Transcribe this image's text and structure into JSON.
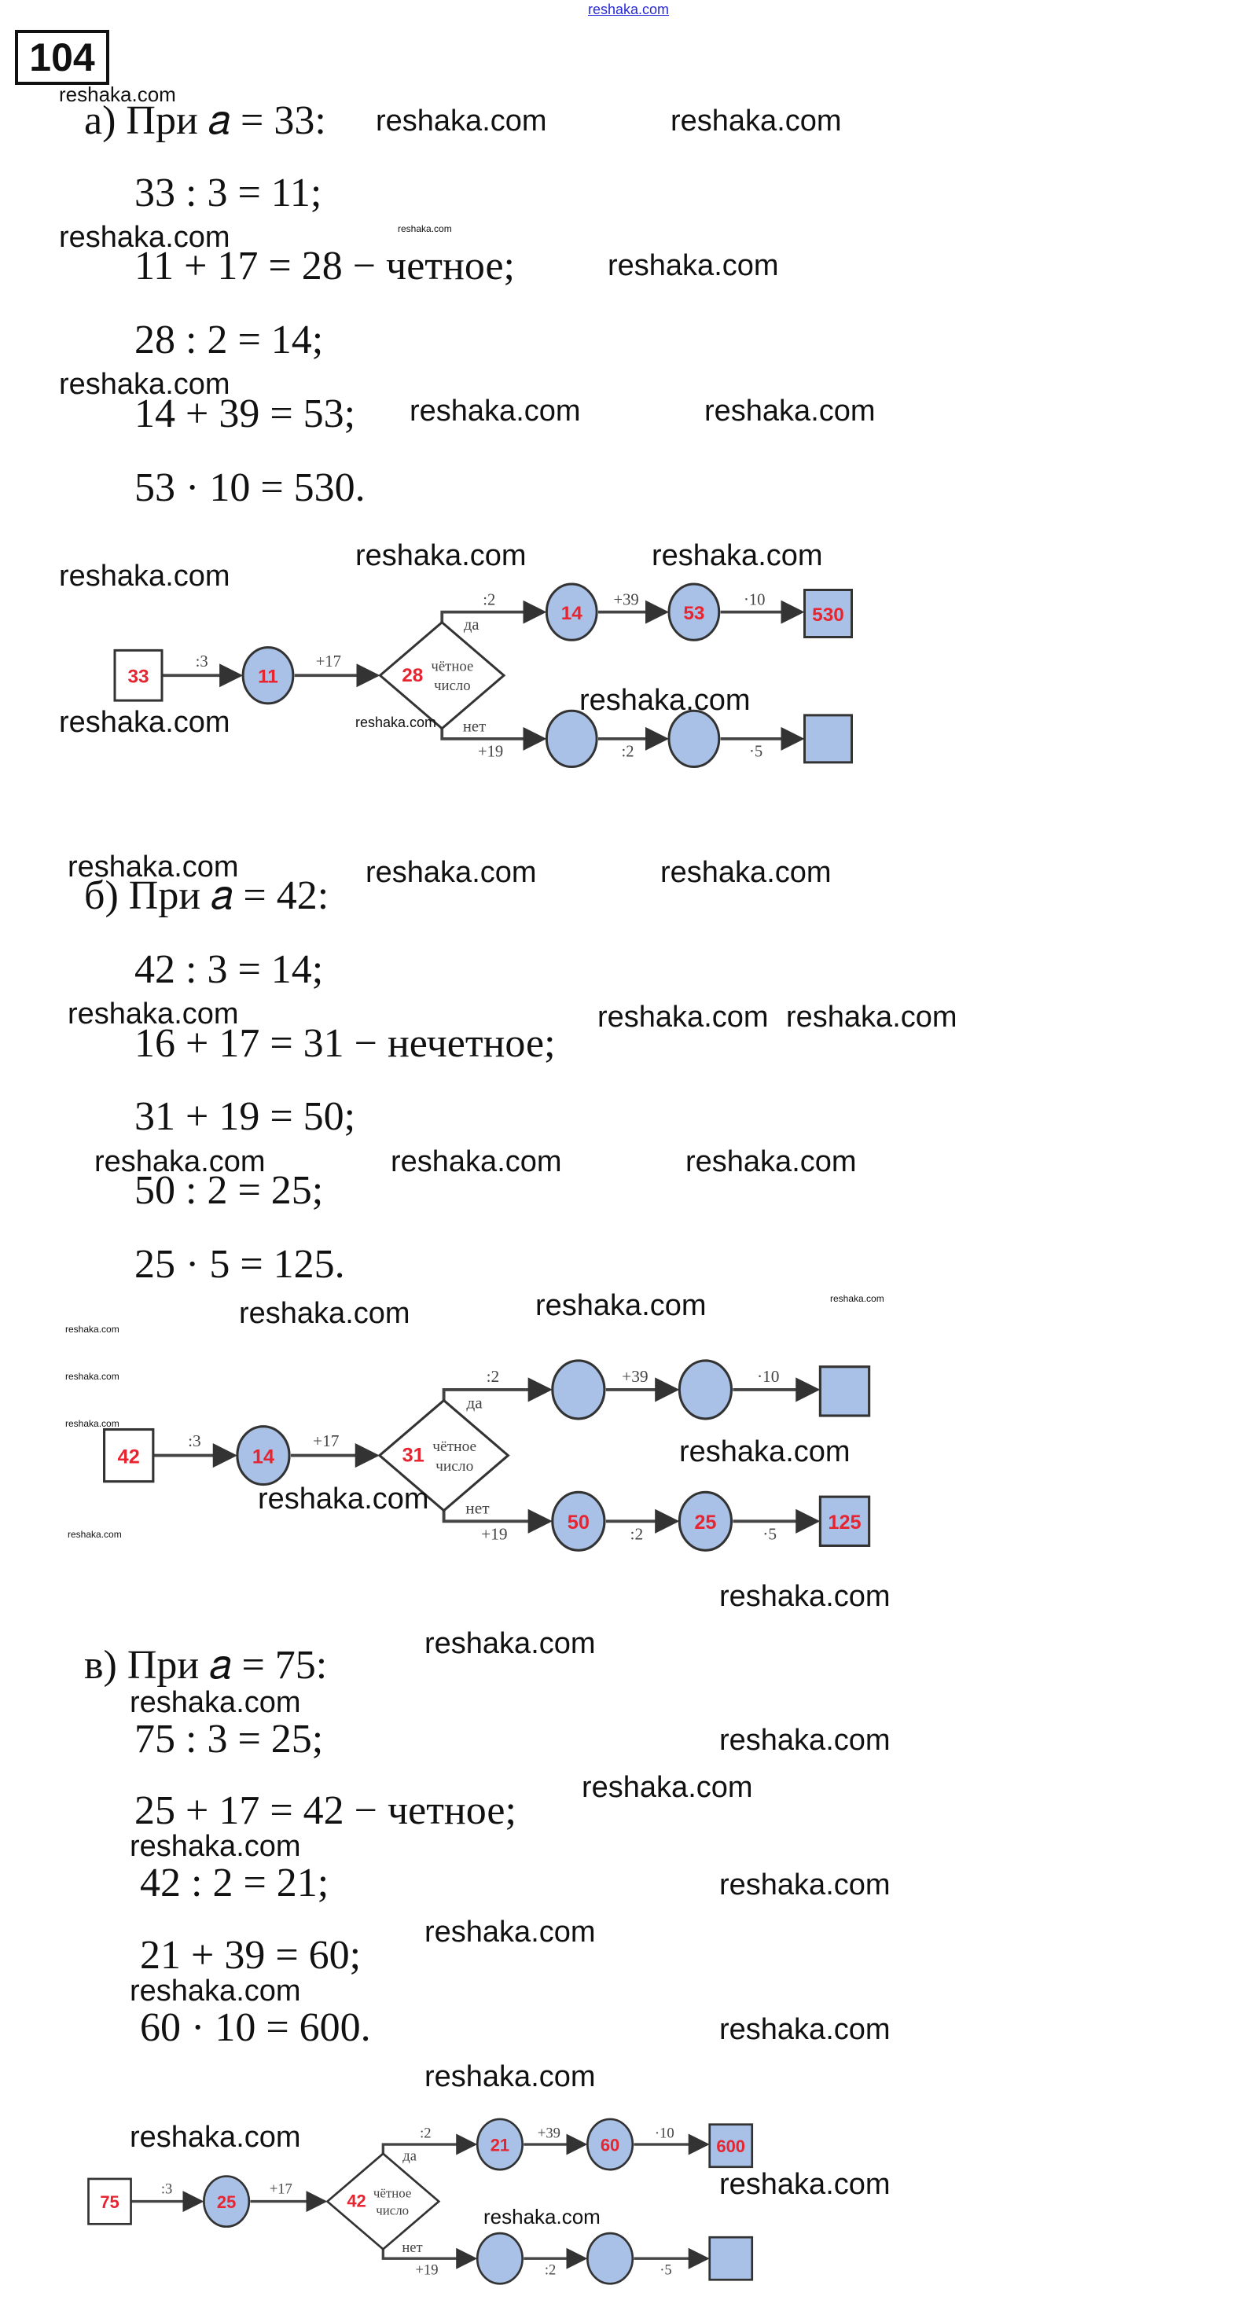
{
  "top_link": "reshaka.com",
  "problem_number": "104",
  "watermark": "reshaka.com",
  "colors": {
    "answer": "#e62530",
    "node_fill": "#a9c1e6",
    "stroke": "#333333"
  },
  "diagram_labels": {
    "div3": ":3",
    "plus17": "+17",
    "condition_line1": "чётное",
    "condition_line2": "число",
    "yes": "да",
    "no": "нет",
    "div2_top": ":2",
    "plus39": "+39",
    "times10": "·10",
    "plus19": "+19",
    "div2_bottom": ":2",
    "times5": "·5"
  },
  "sections": [
    {
      "heading": "а) При 𝑎 = 33:",
      "lines": [
        "33 : 3 = 11;",
        "11 + 17 = 28 − четное;",
        "28 : 2 = 14;",
        "14 + 39 = 53;",
        "53 · 10 = 530."
      ],
      "diagram": {
        "input": "33",
        "after_div3": "11",
        "condition": "28",
        "top1": "14",
        "top2": "53",
        "top_result": "530",
        "bottom1": "",
        "bottom2": "",
        "bottom_result": ""
      }
    },
    {
      "heading": "б) При 𝑎 = 42:",
      "lines": [
        "42 : 3 = 14;",
        "16 + 17 = 31 − нечетное;",
        "31 + 19 = 50;",
        "50 : 2 = 25;",
        "25 · 5 = 125."
      ],
      "diagram": {
        "input": "42",
        "after_div3": "14",
        "condition": "31",
        "top1": "",
        "top2": "",
        "top_result": "",
        "bottom1": "50",
        "bottom2": "25",
        "bottom_result": "125"
      }
    },
    {
      "heading": "в) При 𝑎 = 75:",
      "lines": [
        "75 : 3 = 25;",
        "25 + 17 = 42 − четное;",
        "42 : 2 = 21;",
        "21 + 39 = 60;",
        "60 · 10 = 600."
      ],
      "diagram": {
        "input": "75",
        "after_div3": "25",
        "condition": "42",
        "top1": "21",
        "top2": "60",
        "top_result": "600",
        "bottom1": "",
        "bottom2": "",
        "bottom_result": ""
      }
    }
  ]
}
